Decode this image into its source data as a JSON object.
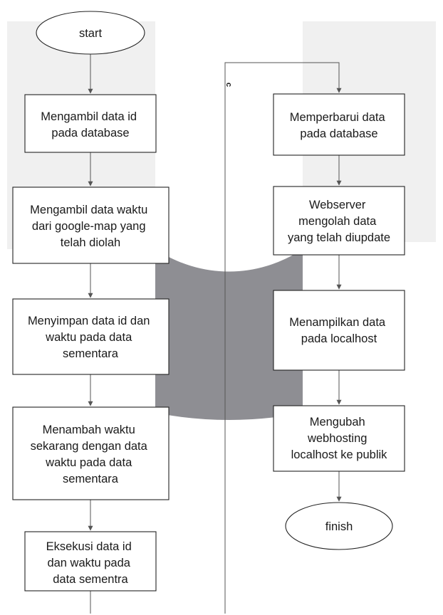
{
  "diagram": {
    "type": "flowchart",
    "colors": {
      "watermark_light": "#f0f0f0",
      "watermark_dark": "#8e8e93",
      "box_stroke": "#222222",
      "line": "#555555",
      "text": "#1a1a1a"
    },
    "left_column": {
      "start": "start",
      "step1": [
        "Mengambil data id",
        "pada database"
      ],
      "step2": [
        "Mengambil data waktu",
        "dari google-map yang",
        "telah diolah"
      ],
      "step3": [
        "Menyimpan data id dan",
        "waktu pada data",
        "sementara"
      ],
      "step4": [
        "Menambah waktu",
        "sekarang dengan data",
        "waktu pada data",
        "sementara"
      ],
      "step5": [
        "Eksekusi data id",
        "dan waktu pada",
        "data sementra"
      ]
    },
    "right_column": {
      "step6": [
        "Memperbarui data",
        "pada database"
      ],
      "step7": [
        "Webserver",
        "mengolah data",
        "yang telah diupdate"
      ],
      "step8": [
        "Menampilkan data",
        "pada localhost"
      ],
      "step9": [
        "Mengubah",
        "webhosting",
        "localhost ke publik"
      ],
      "finish": "finish"
    },
    "connector_label": "c"
  }
}
